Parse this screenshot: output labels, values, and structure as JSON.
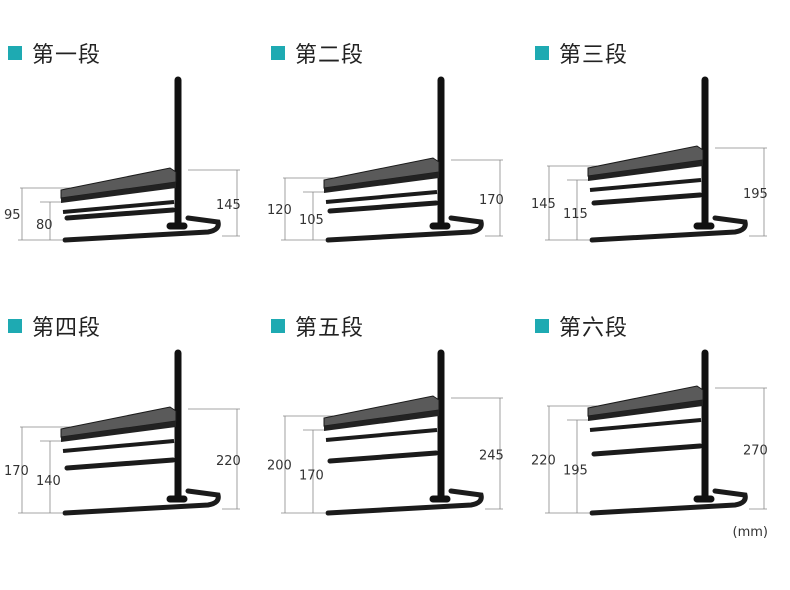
{
  "unit_label": "(mm)",
  "accent": "#1eaab2",
  "steps": [
    {
      "title": "第一段",
      "outer": "95",
      "inner": "80",
      "right": "145"
    },
    {
      "title": "第二段",
      "outer": "120",
      "inner": "105",
      "right": "170"
    },
    {
      "title": "第三段",
      "outer": "145",
      "inner": "115",
      "right": "195"
    },
    {
      "title": "第四段",
      "outer": "170",
      "inner": "140",
      "right": "220"
    },
    {
      "title": "第五段",
      "outer": "200",
      "inner": "170",
      "right": "245"
    },
    {
      "title": "第六段",
      "outer": "220",
      "inner": "195",
      "right": "270"
    }
  ]
}
